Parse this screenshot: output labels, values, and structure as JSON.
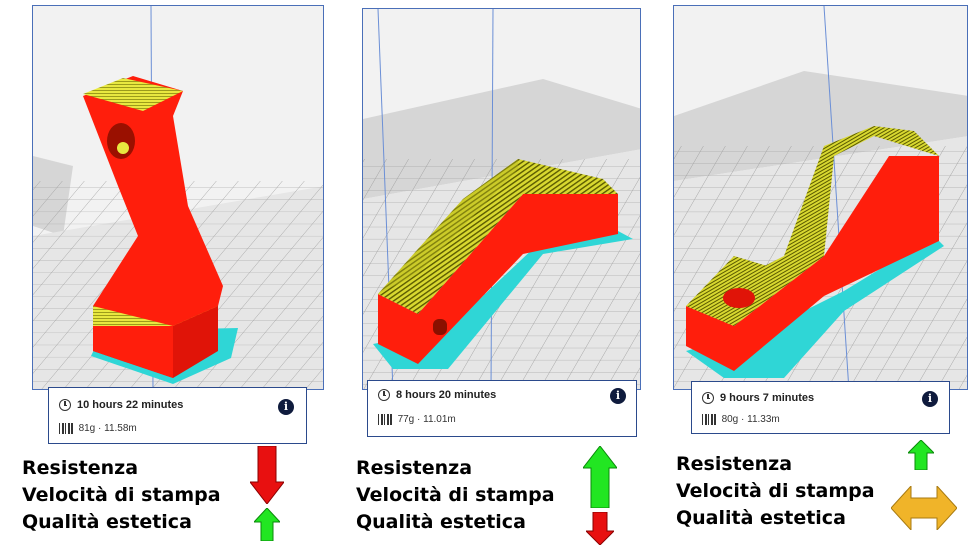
{
  "colors": {
    "viewport_border": "#4a6fb8",
    "wall_fill": "#ff1e0c",
    "top_fill": "#e8e840",
    "skirt": "#2fd6d6",
    "arrow_up": "#22e622",
    "arrow_down": "#e81010",
    "arrow_both": "#f0b429",
    "card_border": "#2b4a8c"
  },
  "slices": [
    {
      "orientation": "vertical",
      "print_time": "10 hours 22 minutes",
      "material": "81g · 11.58m",
      "properties": [
        "Resistenza",
        "Velocità di stampa",
        "Qualità estetica"
      ],
      "indicators": [
        "arrow-down",
        "arrow-up"
      ]
    },
    {
      "orientation": "flat",
      "print_time": "8 hours 20 minutes",
      "material": "77g · 11.01m",
      "properties": [
        "Resistenza",
        "Velocità di stampa",
        "Qualità estetica"
      ],
      "indicators": [
        "arrow-up",
        "arrow-down"
      ]
    },
    {
      "orientation": "on-side",
      "print_time": "9 hours 7 minutes",
      "material": "80g · 11.33m",
      "properties": [
        "Resistenza",
        "Velocità di stampa",
        "Qualità estetica"
      ],
      "indicators": [
        "arrow-up",
        "arrow-left-right"
      ]
    }
  ]
}
